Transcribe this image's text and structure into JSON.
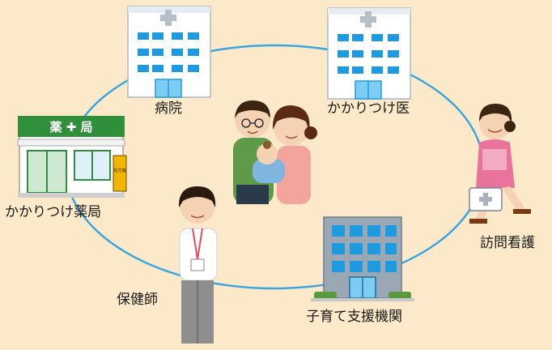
{
  "colors": {
    "background": "#fce9c9",
    "ring": "#3aa6df",
    "building_window": "#1e9be0",
    "pharmacy_green": "#2f8f3a"
  },
  "nodes": {
    "hospital": {
      "label": "病院",
      "icon": "hospital-building-icon"
    },
    "family_doctor": {
      "label": "かかりつけ医",
      "icon": "clinic-building-icon"
    },
    "pharmacy": {
      "label": "かかりつけ薬局",
      "icon": "pharmacy-store-icon",
      "sign": "薬 ✚ 局",
      "side_sign": "処方箋"
    },
    "home_nursing": {
      "label": "訪問看護",
      "icon": "visiting-nurse-icon"
    },
    "public_health_nurse": {
      "label": "保健師",
      "icon": "public-health-nurse-icon"
    },
    "child_support": {
      "label": "子育て支援機関",
      "icon": "office-building-icon"
    },
    "center": {
      "icon": "family-with-baby-icon"
    }
  }
}
